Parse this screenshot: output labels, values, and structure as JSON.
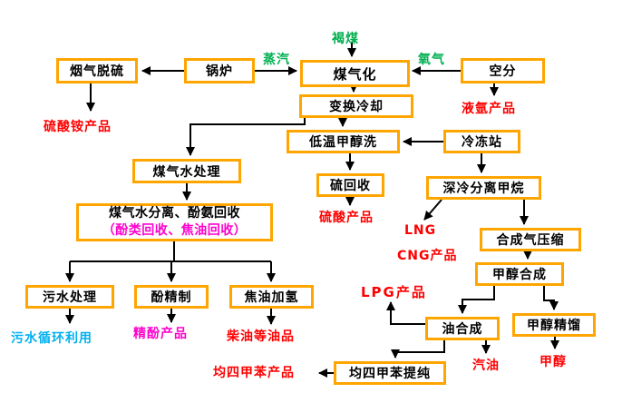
{
  "colors": {
    "box_border": "#FFA500",
    "stream_green": "#00B050",
    "product_red": "#FF0000",
    "product_magenta": "#FF00CC",
    "product_cyan": "#00B0F0",
    "arrow_black": "#000000"
  },
  "nodes": {
    "flue_gas_desulfurization": "烟气脱硫",
    "boiler": "锅炉",
    "coal_gasification": "煤气化",
    "air_separation": "空分",
    "shift_cooling": "变换冷却",
    "low_temp_methanol_wash": "低温甲醇洗",
    "refrigeration_station": "冷冻站",
    "gas_water_treatment": "煤气水处理",
    "sulfur_recovery": "硫回收",
    "cryogenic_methane_separation": "深冷分离甲烷",
    "gas_water_separation_line1": "煤气水分离、酚氨回收",
    "gas_water_separation_line2": "（酚类回收、焦油回收）",
    "syngas_compression": "合成气压缩",
    "methanol_synthesis": "甲醇合成",
    "sewage_treatment": "污水处理",
    "phenol_refining": "酚精制",
    "tar_hydrogenation": "焦油加氢",
    "oil_synthesis": "油合成",
    "methanol_distillation": "甲醇精馏",
    "durene_purification": "均四甲苯提纯"
  },
  "streams": {
    "steam": "蒸汽",
    "lignite": "褐煤",
    "oxygen": "氧气"
  },
  "products": {
    "ammonium_sulfate": "硫酸铵产品",
    "liquid_argon": "液氩产品",
    "sulfuric_acid": "硫酸产品",
    "lng": "LNG",
    "cng": "CNG产品",
    "lpg": "LPG产品",
    "recycled_water": "污水循环利用",
    "refined_phenol": "精酚产品",
    "diesel_oils": "柴油等油品",
    "gasoline": "汽油",
    "methanol": "甲醇",
    "durene": "均四甲苯产品"
  }
}
